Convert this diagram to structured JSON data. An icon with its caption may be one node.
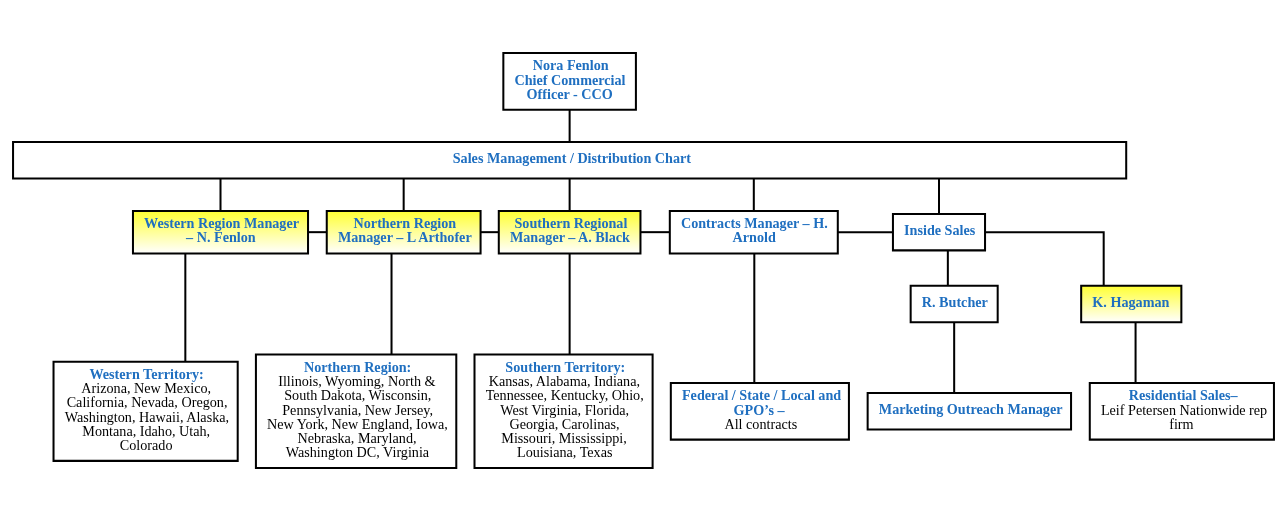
{
  "diagram": {
    "nodes": [
      {
        "text": [
          "Nora Fenlon",
          "Chief Commercial Officer - CCO"
        ]
      },
      {
        "text": [
          "Sales Management / Distribution Chart"
        ]
      },
      {
        "text": [
          "Western Region Manager – N. Fenlon"
        ]
      },
      {
        "text": [
          "Northern Region Manager – L Arthofer"
        ]
      },
      {
        "text": [
          "Southern Regional Manager – A. Black"
        ]
      },
      {
        "text": [
          "Contracts Manager – H. Arnold"
        ]
      },
      {
        "text": [
          "Inside Sales"
        ]
      },
      {
        "text": [
          "R. Butcher"
        ]
      },
      {
        "text": [
          "K. Hagaman"
        ]
      },
      {
        "text": [
          "Western Territory:",
          "Arizona, New Mexico, California, Nevada, Oregon, Washington, Hawaii, Alaska, Montana, Idaho, Utah, Colorado"
        ]
      },
      {
        "text": [
          "Northern Region:",
          "Illinois, Wyoming, North & South Dakota, Wisconsin, Pennsylvania, New Jersey, New York, New England, Iowa, Nebraska, Maryland, Washington DC, Virginia"
        ]
      },
      {
        "text": [
          "Southern Territory:",
          "Kansas, Alabama, Indiana, Tennessee, Kentucky, Ohio, West Virginia, Florida, Georgia, Carolinas, Missouri, Mississippi, Louisiana, Texas"
        ]
      },
      {
        "text": [
          "Federal / State / Local and GPO’s –",
          "All contracts"
        ]
      },
      {
        "text": [
          "Marketing Outreach Manager"
        ]
      },
      {
        "text": [
          "Residential Sales–",
          "Leif Petersen Nationwide rep firm"
        ]
      }
    ],
    "edges": [
      {
        "from": 0,
        "to": 1,
        "arrow": "none"
      },
      {
        "from": 1,
        "to": 2,
        "arrow": "none"
      },
      {
        "from": 1,
        "to": 3,
        "arrow": "none"
      },
      {
        "from": 1,
        "to": 4,
        "arrow": "none"
      },
      {
        "from": 1,
        "to": 5,
        "arrow": "none"
      },
      {
        "from": 1,
        "to": 6,
        "arrow": "none"
      },
      {
        "from": 2,
        "to": 3,
        "arrow": "none"
      },
      {
        "from": 3,
        "to": 4,
        "arrow": "none"
      },
      {
        "from": 4,
        "to": 5,
        "arrow": "none"
      },
      {
        "from": 5,
        "to": 6,
        "arrow": "none"
      },
      {
        "from": 6,
        "to": 7,
        "arrow": "none"
      },
      {
        "from": 6,
        "to": 8,
        "arrow": "none"
      },
      {
        "from": 2,
        "to": 9,
        "arrow": "none"
      },
      {
        "from": 3,
        "to": 10,
        "arrow": "none"
      },
      {
        "from": 4,
        "to": 11,
        "arrow": "none"
      },
      {
        "from": 5,
        "to": 12,
        "arrow": "none"
      },
      {
        "from": 7,
        "to": 13,
        "arrow": "none"
      },
      {
        "from": 8,
        "to": 14,
        "arrow": "none"
      }
    ]
  }
}
